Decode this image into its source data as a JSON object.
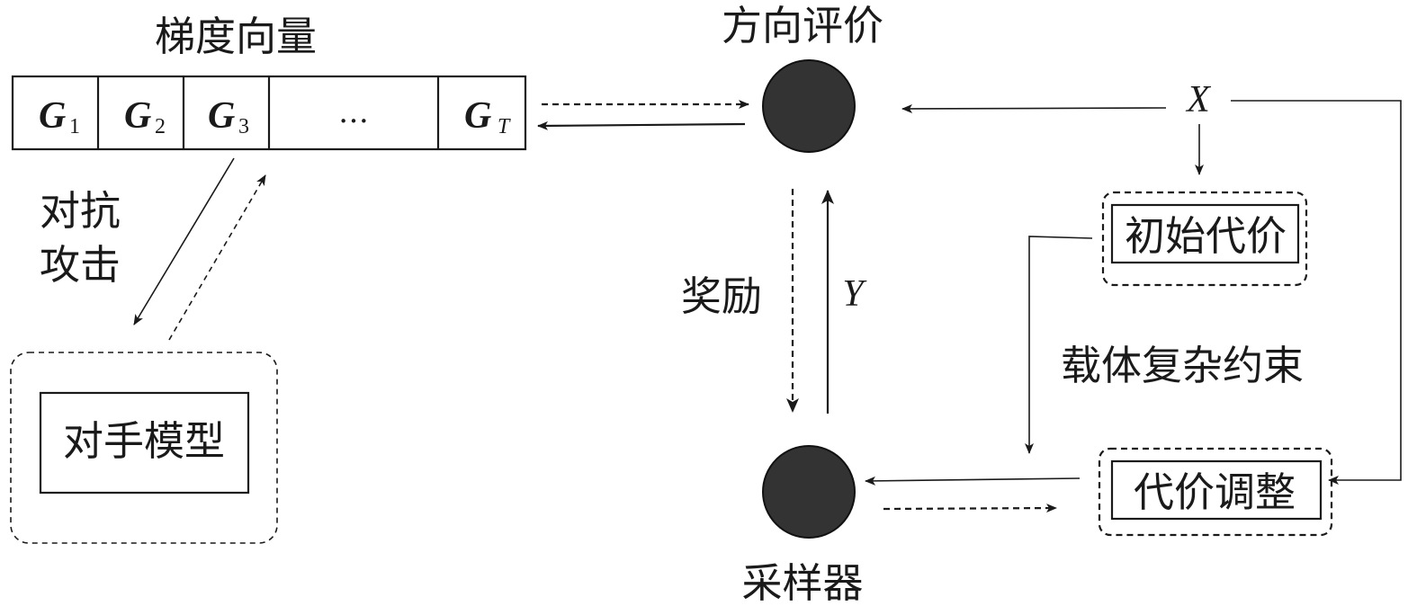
{
  "gradient_vector": {
    "title": "梯度向量",
    "cells": [
      {
        "symbol": "G",
        "sub": "1"
      },
      {
        "symbol": "G",
        "sub": "2"
      },
      {
        "symbol": "G",
        "sub": "3"
      },
      {
        "symbol": "…",
        "sub": ""
      },
      {
        "symbol": "G",
        "sub": "T"
      }
    ]
  },
  "adversarial_attack": {
    "line1": "对抗",
    "line2": "攻击"
  },
  "opponent_model": {
    "label": "对手模型"
  },
  "direction_eval": {
    "label": "方向评价"
  },
  "sampler": {
    "label": "采样器"
  },
  "reward": {
    "label": "奖励"
  },
  "var_y": {
    "label": "Y"
  },
  "var_x": {
    "label": "X"
  },
  "initial_cost": {
    "label": "初始代价"
  },
  "cost_adjust": {
    "label": "代价调整"
  },
  "carrier_constraint": {
    "label": "载体复杂约束"
  }
}
